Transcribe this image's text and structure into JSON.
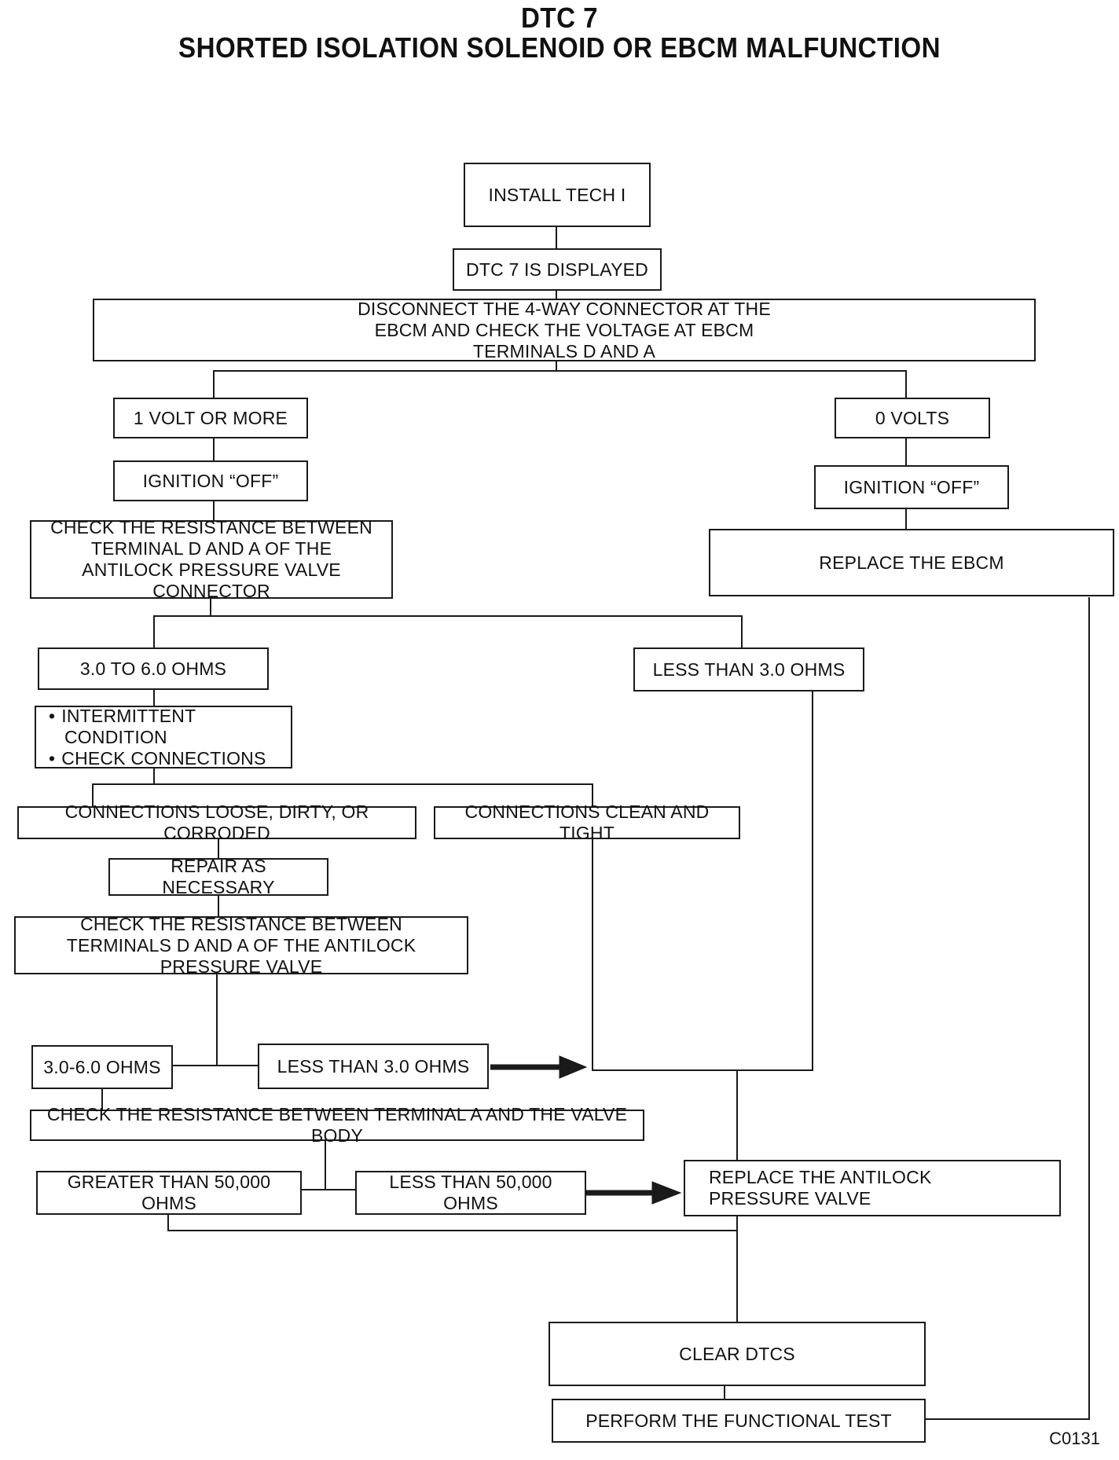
{
  "title_line1": "DTC 7",
  "title_line2": "SHORTED ISOLATION SOLENOID OR EBCM MALFUNCTION",
  "nodes": {
    "install_tech": "INSTALL TECH I",
    "dtc_displayed": "DTC 7 IS DISPLAYED",
    "disconnect": "DISCONNECT THE 4-WAY CONNECTOR AT THE EBCM AND CHECK THE VOLTAGE AT EBCM TERMINALS D AND A",
    "one_volt": "1 VOLT OR MORE",
    "zero_volts": "0 VOLTS",
    "ign_off_left": "IGNITION “OFF”",
    "ign_off_right": "IGNITION “OFF”",
    "check_resistance_1": "CHECK THE RESISTANCE BETWEEN TERMINAL D AND A OF THE ANTILOCK PRESSURE VALVE CONNECTOR",
    "replace_ebcm": "REPLACE THE EBCM",
    "ohms_3_6": "3.0 TO 6.0 OHMS",
    "less_3_a": "LESS THAN 3.0 OHMS",
    "intermittent_1": "INTERMITTENT CONDITION",
    "intermittent_2": "CHECK CONNECTIONS",
    "loose": "CONNECTIONS LOOSE, DIRTY, OR CORRODED",
    "clean": "CONNECTIONS CLEAN AND TIGHT",
    "repair": "REPAIR AS NECESSARY",
    "check_resistance_2": "CHECK THE RESISTANCE BETWEEN TERMINALS D AND A OF THE ANTILOCK PRESSURE VALVE",
    "ohms_3_6_b": "3.0-6.0 OHMS",
    "less_3_b": "LESS THAN 3.0 OHMS",
    "check_resistance_3": "CHECK THE RESISTANCE BETWEEN TERMINAL A AND THE VALVE BODY",
    "greater_50k": "GREATER THAN 50,000 OHMS",
    "less_50k": "LESS THAN 50,000 OHMS",
    "replace_valve": "REPLACE THE ANTILOCK PRESSURE VALVE",
    "clear_dtcs": "CLEAR DTCS",
    "functional_test": "PERFORM THE FUNCTIONAL TEST"
  },
  "figure_code": "C0131"
}
